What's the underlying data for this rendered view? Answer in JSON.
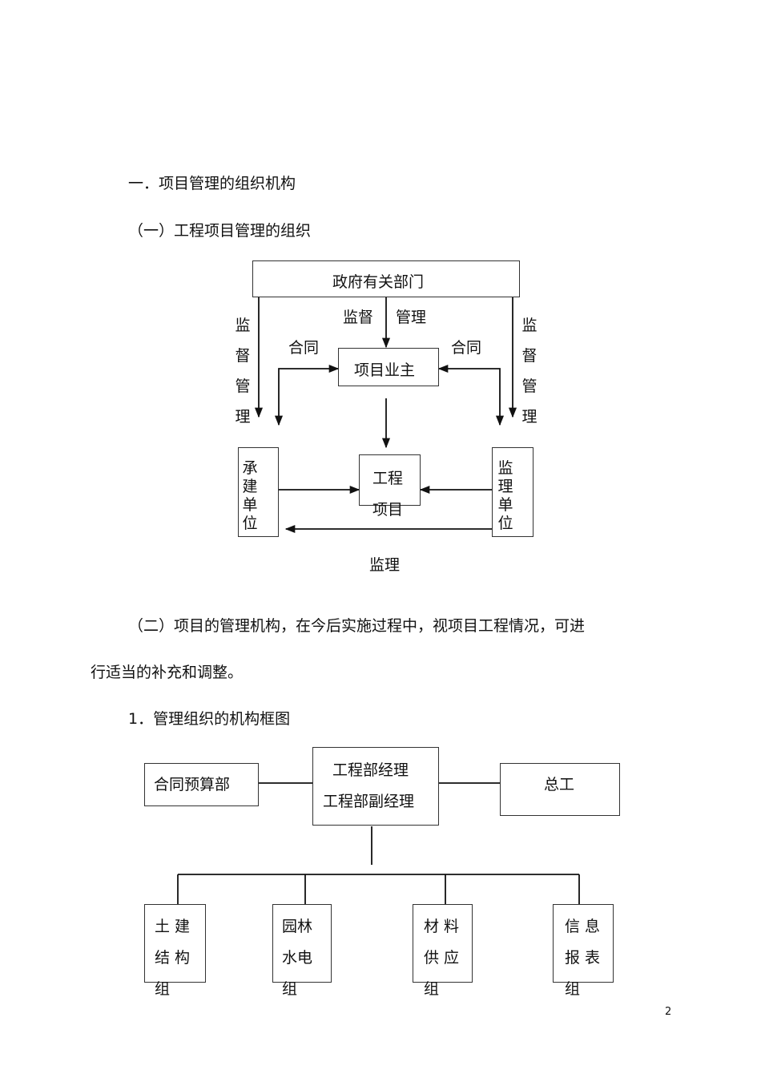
{
  "headings": {
    "h1": "一．项目管理的组织机构",
    "h2": "（一）工程项目管理的组织"
  },
  "diagram1": {
    "gov": "政府有关部门",
    "supervise_left": "监督管理",
    "supervise_center_1": "监督",
    "supervise_center_2": "管理",
    "supervise_right": "监督管理",
    "contract_left": "合同",
    "contract_right": "合同",
    "owner": "项目业主",
    "contractor": "承建单位",
    "project_1": "工程",
    "project_2": "项目",
    "supervisor": "监理单位",
    "bottom_label": "监理"
  },
  "paragraph": {
    "line1": "（二）项目的管理机构，在今后实施过程中，视项目工程情况，可进",
    "line2": "行适当的补充和调整。"
  },
  "section1": "1．管理组织的机构框图",
  "diagram2": {
    "contract_budget": "合同预算部",
    "manager_1": "工程部经理",
    "manager_2": "工程部副经理",
    "chief_engineer": "总工",
    "group1_l1": "土 建",
    "group1_l2": "结 构",
    "group1_l3": "组",
    "group2_l1": "园林",
    "group2_l2": "水电",
    "group2_l3": "组",
    "group3_l1": "材 料",
    "group3_l2": "供 应",
    "group3_l3": "组",
    "group4_l1": "信 息",
    "group4_l2": "报 表",
    "group4_l3": "组"
  },
  "page_number": "2"
}
